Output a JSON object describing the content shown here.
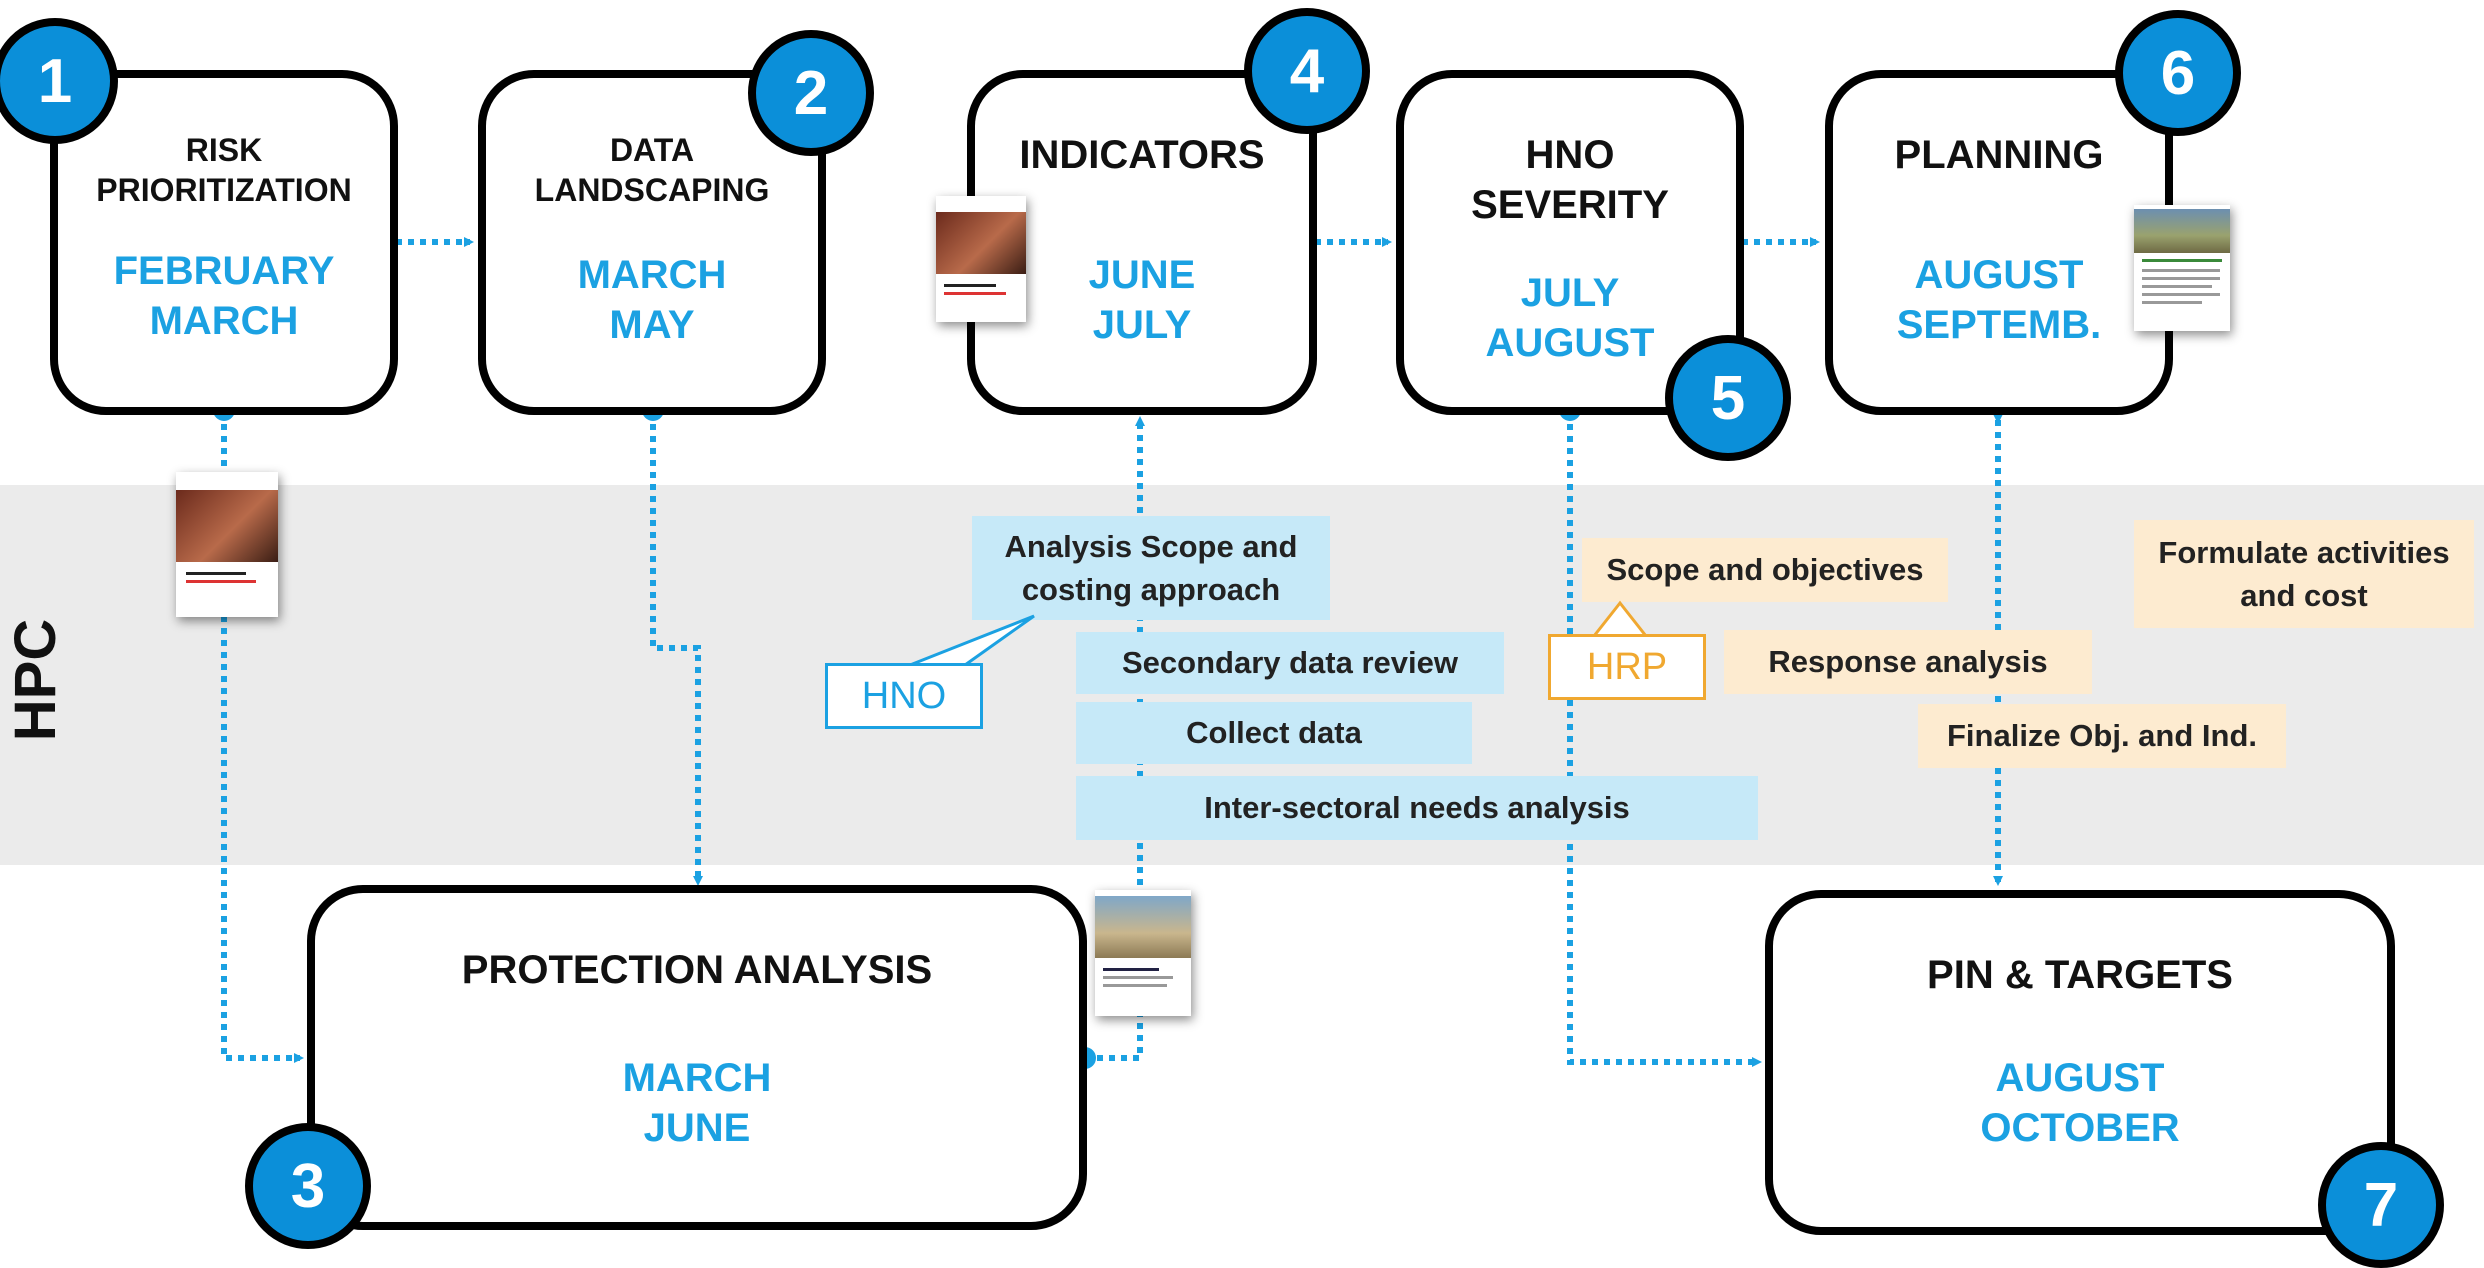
{
  "band": {
    "label": "HPC"
  },
  "steps": {
    "risk": {
      "num": "1",
      "title_1": "RISK",
      "title_2": "PRIORITIZATION",
      "period_1": "FEBRUARY",
      "period_2": "MARCH"
    },
    "data": {
      "num": "2",
      "title_1": "DATA",
      "title_2": "LANDSCAPING",
      "period_1": "MARCH",
      "period_2": "MAY"
    },
    "protection": {
      "num": "3",
      "title": "PROTECTION ANALYSIS",
      "period_1": "MARCH",
      "period_2": "JUNE"
    },
    "indicators": {
      "num": "4",
      "title": "INDICATORS",
      "period_1": "JUNE",
      "period_2": "JULY"
    },
    "severity": {
      "num": "5",
      "title_1": "HNO",
      "title_2": "SEVERITY",
      "period_1": "JULY",
      "period_2": "AUGUST"
    },
    "planning": {
      "num": "6",
      "title": "PLANNING",
      "period_1": "AUGUST",
      "period_2": "SEPTEMB."
    },
    "pin": {
      "num": "7",
      "title": "PIN & TARGETS",
      "period_1": "AUGUST",
      "period_2": "OCTOBER"
    }
  },
  "hno": {
    "callout": "HNO",
    "scope": "Analysis Scope and costing approach",
    "secondary": "Secondary data review",
    "collect": "Collect data",
    "intersectoral": "Inter-sectoral needs analysis"
  },
  "hrp": {
    "callout": "HRP",
    "scope": "Scope and objectives",
    "response": "Response analysis",
    "finalize": "Finalize Obj. and Ind.",
    "formulate": "Formulate activities and cost"
  },
  "colors": {
    "accent": "#1ba1e2",
    "circle": "#0b8fd9",
    "hno_bar": "#c6e9f8",
    "hrp_bar": "#fdebd0",
    "hrp_accent": "#f0a830",
    "band": "#ebebeb"
  }
}
